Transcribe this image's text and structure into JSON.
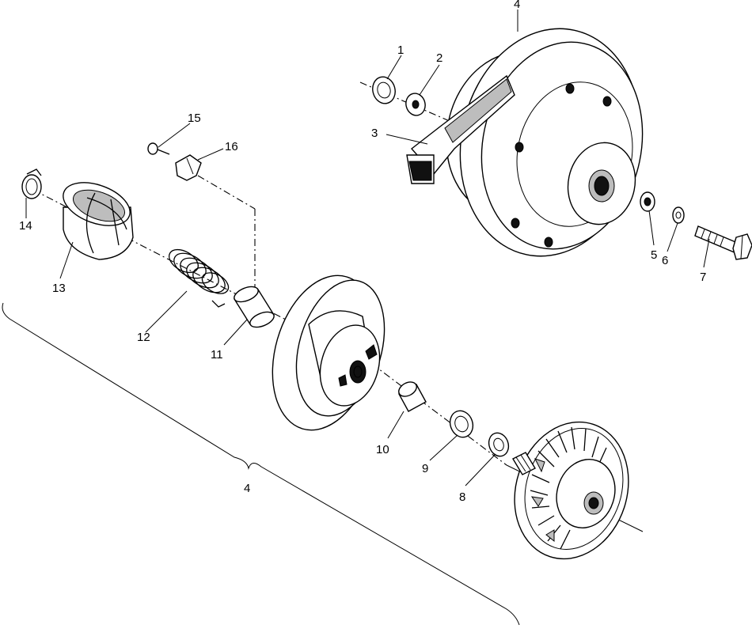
{
  "callouts": {
    "c1": "1",
    "c2": "2",
    "c3": "3",
    "c4_top": "4",
    "c5": "5",
    "c6": "6",
    "c7": "7",
    "c8": "8",
    "c9": "9",
    "c10": "10",
    "c11": "11",
    "c12": "12",
    "c13": "13",
    "c14": "14",
    "c15": "15",
    "c16": "16",
    "c4_bracket": "4"
  }
}
